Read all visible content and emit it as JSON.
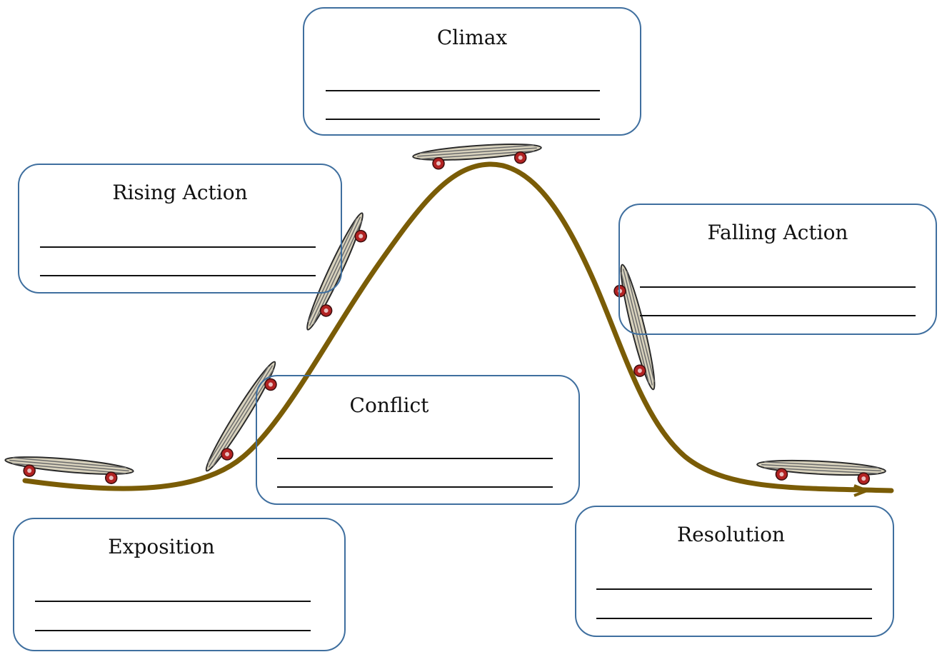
{
  "diagram": {
    "climax": {
      "title": "Climax"
    },
    "rising_action": {
      "title": "Rising Action"
    },
    "falling_action": {
      "title": "Falling Action"
    },
    "conflict": {
      "title": "Conflict"
    },
    "exposition": {
      "title": "Exposition"
    },
    "resolution": {
      "title": "Resolution"
    }
  },
  "colors": {
    "curve": "#7a5c06",
    "box_border": "#3f6f9f",
    "skateboard_deck": "#d8d2bd",
    "skateboard_edge": "#2a2a2a",
    "wheel": "#b22222"
  },
  "icons": [
    "skateboard-icon"
  ]
}
